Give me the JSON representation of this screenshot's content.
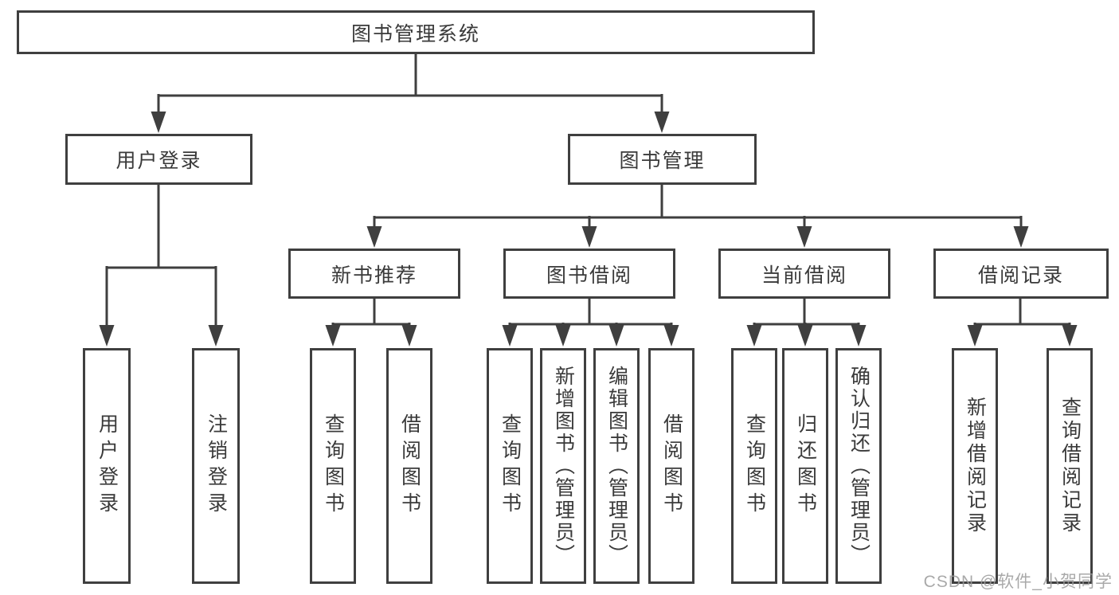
{
  "diagram": {
    "type": "hierarchy-tree",
    "colors": {
      "line": "#3f3f3f",
      "border": "#3f3f3f",
      "text": "#3a3a3a",
      "watermark": "#9b9b9b",
      "background": "#ffffff"
    }
  },
  "tree": {
    "root": "图书管理系统",
    "level2": {
      "user_login": "用户登录",
      "book_management": "图书管理"
    },
    "level3": {
      "new_book_recommend": "新书推荐",
      "book_borrow": "图书借阅",
      "current_borrow": "当前借阅",
      "borrow_record": "借阅记录"
    },
    "leaves": {
      "user_login": "用户登录",
      "logout": "注销登录",
      "nbr_query_book": "查询图书",
      "nbr_borrow_book": "借阅图书",
      "bb_query_book": "查询图书",
      "bb_add_book": "新增图书（管理员）",
      "bb_edit_book": "编辑图书（管理员）",
      "bb_borrow_book": "借阅图书",
      "cb_query_book": "查询图书",
      "cb_return_book": "归还图书",
      "cb_confirm_return": "确认归还（管理员）",
      "br_add_record": "新增借阅记录",
      "br_query_record": "查询借阅记录"
    }
  },
  "watermark": "CSDN @软件_小贺同学"
}
